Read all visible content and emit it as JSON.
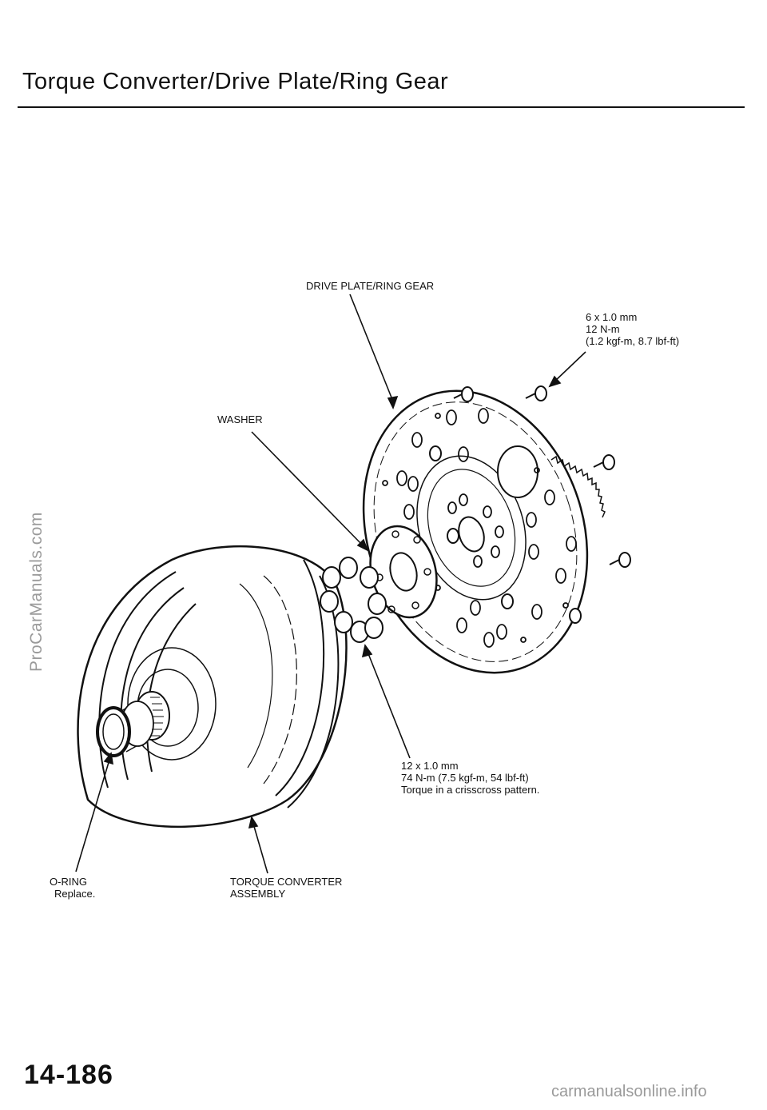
{
  "header": {
    "title": "Torque Converter/Drive Plate/Ring Gear"
  },
  "labels": {
    "drive_plate": "DRIVE PLATE/RING GEAR",
    "small_bolt_size": "6 x 1.0 mm",
    "small_bolt_torque": "12 N-m",
    "small_bolt_torque_alt": "(1.2 kgf-m, 8.7 lbf-ft)",
    "washer": "WASHER",
    "big_bolt_size": "12 x 1.0 mm",
    "big_bolt_torque": "74 N-m (7.5 kgf-m, 54 lbf-ft)",
    "big_bolt_note": "Torque in a crisscross pattern.",
    "oring": "O-RING",
    "oring_note": "Replace.",
    "converter_line1": "TORQUE CONVERTER",
    "converter_line2": "ASSEMBLY"
  },
  "watermark_side": "ProCarManuals.com",
  "watermark_bottom": "carmanualsonline.info",
  "page_number": "14-186"
}
